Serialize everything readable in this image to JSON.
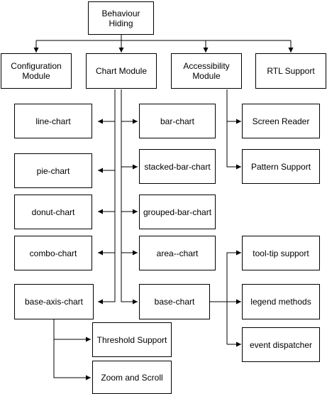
{
  "nodes": {
    "root": "Behaviour\nHiding",
    "config": "Configuration\nModule",
    "chart": "Chart Module",
    "access": "Accessibility\nModule",
    "rtl": "RTL Support",
    "line": "line-chart",
    "pie": "pie-chart",
    "donut": "donut-chart",
    "combo": "combo-chart",
    "baseaxis": "base-axis-chart",
    "bar": "bar-chart",
    "stacked": "stacked-bar-chart",
    "grouped": "grouped-bar-chart",
    "area": "area--chart",
    "basechart": "base-chart",
    "screen": "Screen Reader",
    "pattern": "Pattern Support",
    "tooltip": "tool-tip support",
    "legend": "legend methods",
    "event": "event dispatcher",
    "threshold": "Threshold Support",
    "zoom": "Zoom and Scroll"
  }
}
